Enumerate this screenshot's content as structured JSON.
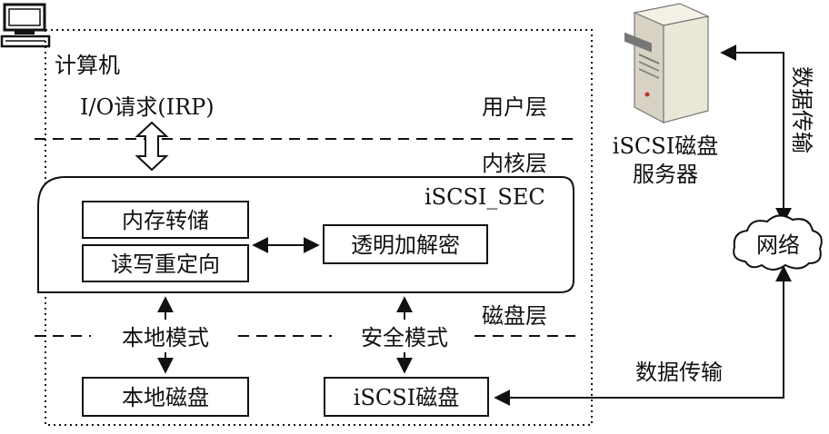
{
  "computer": {
    "label": "计算机"
  },
  "io_request": "I/O请求(IRP)",
  "layers": {
    "user": "用户层",
    "kernel": "内核层",
    "disk": "磁盘层"
  },
  "module": {
    "name": "iSCSI_SEC",
    "memory_dump": "内存转储",
    "read_write_redirect": "读写重定向",
    "transparent_encrypt": "透明加解密"
  },
  "modes": {
    "local": "本地模式",
    "secure": "安全模式"
  },
  "disks": {
    "local": "本地磁盘",
    "iscsi": "iSCSI磁盘"
  },
  "server": {
    "line1": "iSCSI磁盘",
    "line2": "服务器"
  },
  "network": "网络",
  "transfer_right": "数据传输",
  "transfer_bottom": "数据传输"
}
